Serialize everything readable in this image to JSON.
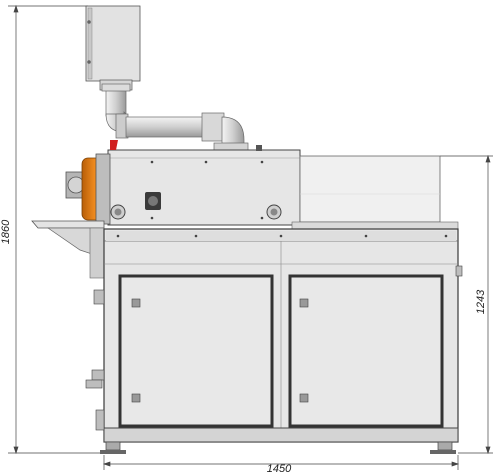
{
  "dimensions": {
    "height_total": "1860",
    "height_body": "1243",
    "width_total": "1450"
  },
  "colors": {
    "panel": "#e3e3e3",
    "panel_light": "#efefef",
    "frame": "#3a3a3a",
    "orange": "#e07a10",
    "accent_red": "#d02020"
  }
}
